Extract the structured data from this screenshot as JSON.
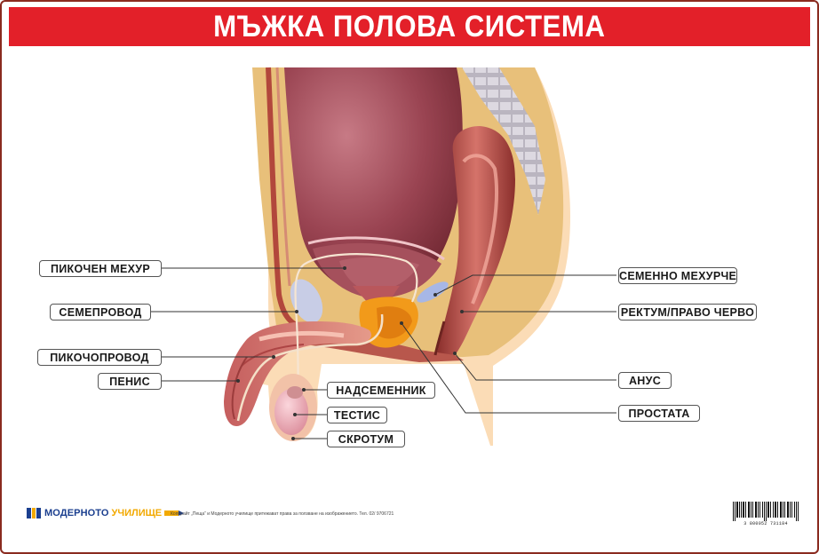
{
  "title": "МЪЖКА ПОЛОВА СИСТЕМА",
  "labels": {
    "bladder": "ПИКОЧЕН МЕХУР",
    "vas_deferens": "СЕМЕПРОВОД",
    "urethra": "ПИКОЧОПРОВОД",
    "penis": "ПЕНИС",
    "epididymis": "НАДСЕМЕННИК",
    "testis": "ТЕСТИС",
    "scrotum": "СКРОТУМ",
    "seminal_vesicle": "СЕМЕННО МЕХУРЧЕ",
    "rectum": "РЕКТУМ/ПРАВО ЧЕРВО",
    "anus": "АНУС",
    "prostate": "ПРОСТАТА"
  },
  "footer": {
    "logo_part1": "МОДЕРНОТО",
    "logo_part2": "УЧИЛИЩЕ",
    "copyright": "Копирайт „Пеща“ и Модерното училище притежават права за ползване на изображението. Тел. 02/ 9706721",
    "barcode_digits": "3 800052 731184"
  },
  "colors": {
    "title_bar": "#e32029",
    "frame": "#8a2a1f",
    "body_tissue": "#e8c07a",
    "skin": "#fbdcb6",
    "bladder": "#8f3b49",
    "prostate": "#f29a1a",
    "seminal_vesicle": "#a7b7e6",
    "rectum": "#b0463f"
  }
}
